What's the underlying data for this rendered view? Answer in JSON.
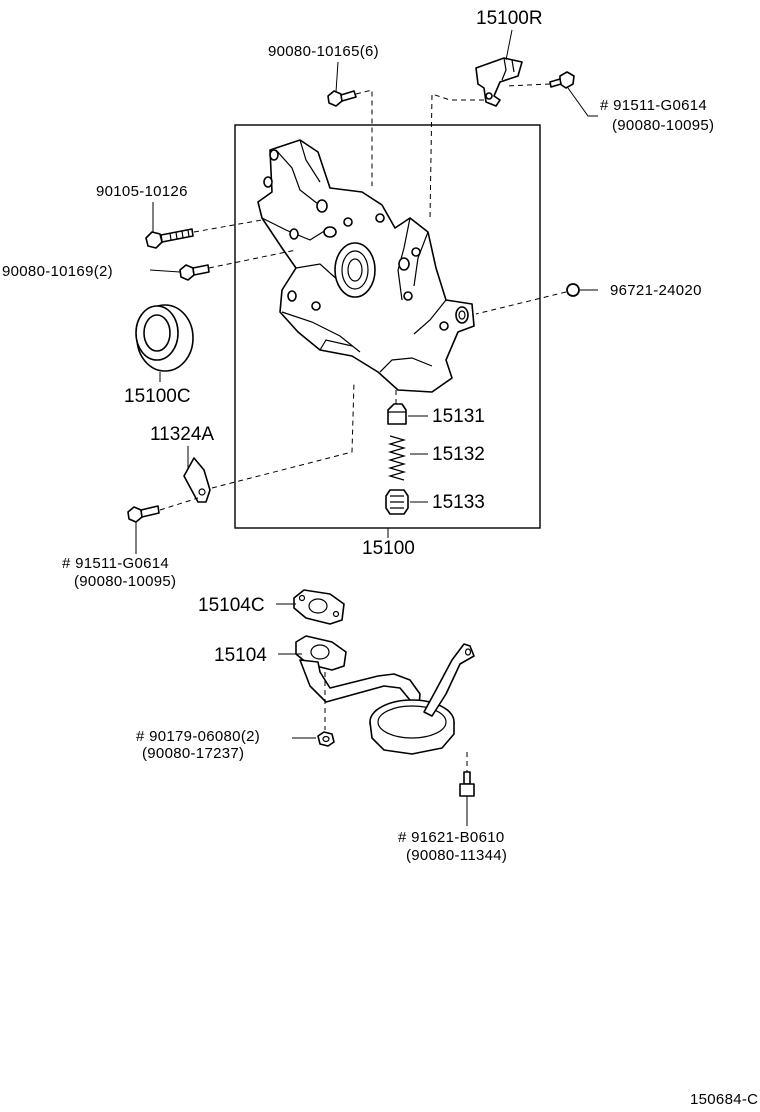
{
  "labels": {
    "p15100R": "15100R",
    "p90080_10165": "90080-10165(6)",
    "p91511_top": "# 91511-G0614",
    "p90080_10095_top": "(90080-10095)",
    "p90105": "90105-10126",
    "p90080_10169": "90080-10169(2)",
    "p96721": "96721-24020",
    "p15100C": "15100C",
    "p11324A": "11324A",
    "p15131": "15131",
    "p15132": "15132",
    "p15133": "15133",
    "p15100": "15100",
    "p91511_bot": "# 91511-G0614",
    "p90080_10095_bot": "(90080-10095)",
    "p15104C": "15104C",
    "p15104": "15104",
    "p90179": "# 90179-06080(2)",
    "p90080_17237": "(90080-17237)",
    "p91621": "# 91621-B0610",
    "p90080_11344": "(90080-11344)",
    "diagram_code": "150684-C"
  }
}
